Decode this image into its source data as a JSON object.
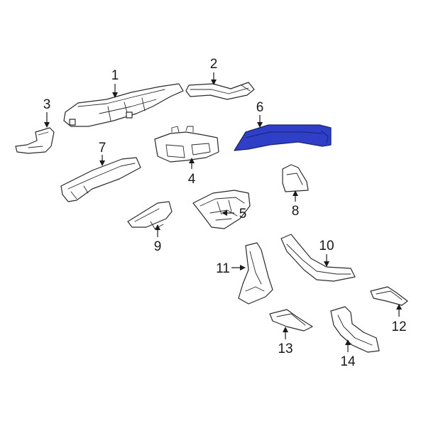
{
  "diagram": {
    "highlight_color": "#2f3fc8",
    "callouts": [
      "1",
      "2",
      "3",
      "4",
      "5",
      "6",
      "7",
      "8",
      "9",
      "10",
      "11",
      "12",
      "13",
      "14"
    ],
    "highlighted_part": "6"
  }
}
